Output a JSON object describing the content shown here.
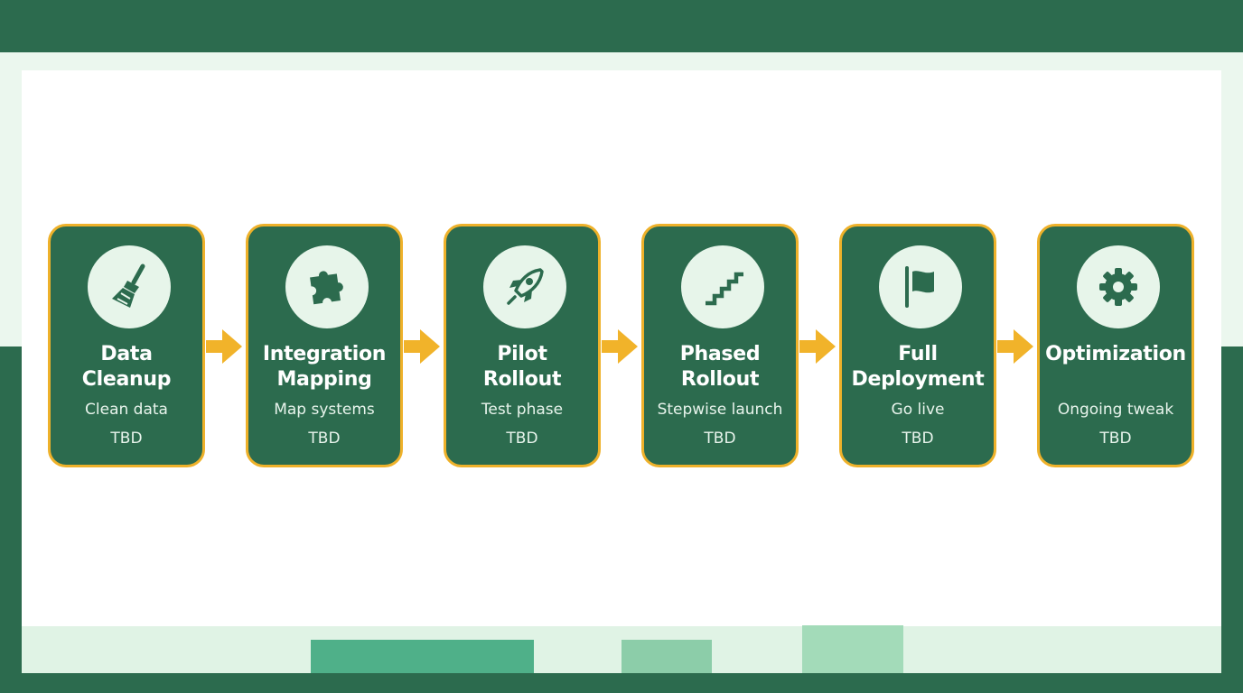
{
  "colors": {
    "card_fill": "#2c6b4e",
    "card_border": "#eeb12a",
    "arrow": "#f1b32a",
    "icon_bg": "#e7f5ea",
    "background_band": "#2c6b4e"
  },
  "steps": [
    {
      "title": "Data\nCleanup",
      "subtitle": "Clean data",
      "status": "TBD",
      "icon": "broom-icon"
    },
    {
      "title": "Integration\nMapping",
      "subtitle": "Map systems",
      "status": "TBD",
      "icon": "puzzle-icon"
    },
    {
      "title": "Pilot\nRollout",
      "subtitle": "Test phase",
      "status": "TBD",
      "icon": "rocket-icon"
    },
    {
      "title": "Phased\nRollout",
      "subtitle": "Stepwise launch",
      "status": "TBD",
      "icon": "stairs-icon"
    },
    {
      "title": "Full\nDeployment",
      "subtitle": "Go live",
      "status": "TBD",
      "icon": "flag-icon"
    },
    {
      "title": "Optimization",
      "subtitle": "Ongoing tweak",
      "status": "TBD",
      "icon": "gear-icon"
    }
  ]
}
